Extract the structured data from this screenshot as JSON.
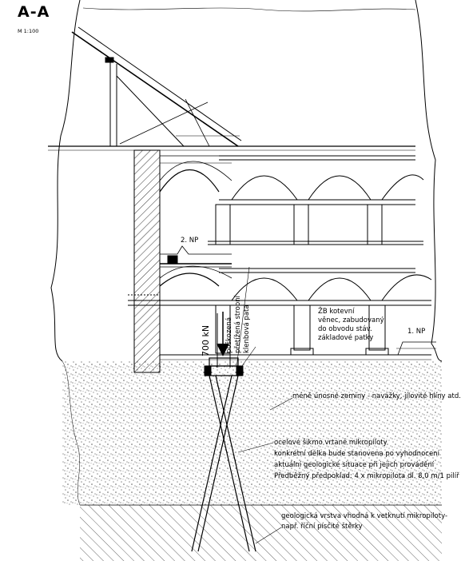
{
  "section": {
    "title": "A-A",
    "scale": "M 1:100"
  },
  "levels": {
    "np2": "2. NP",
    "np1": "1. NP"
  },
  "load": "700 kN",
  "vertical_note": [
    "poškozená",
    "přetížená stropní",
    "klenbová pata"
  ],
  "notes": {
    "collar": [
      "ŽB kotevní",
      "věnec, zabudovaný",
      "do obvodu stáv.",
      "základové patky"
    ],
    "soil": "méně únosné zeminy - navážky, jílovité hlíny atd.",
    "piles": [
      "ocelové šikmo vrtané mikropiloty",
      "konkrétní délka bude stanovena po vyhodnocení",
      "aktuální geologické situace při jejich provádění",
      "Předběžný předpoklad: 4 x mikropilota dl. 8,0 m/1 pilíř"
    ],
    "bearing": [
      "geologická vrstva vhodná k vetknutí mikropiloty-",
      "např. říční písčité štěrky"
    ]
  },
  "colors": {
    "line": "#000000",
    "background": "#ffffff",
    "hatch": "#000000"
  }
}
